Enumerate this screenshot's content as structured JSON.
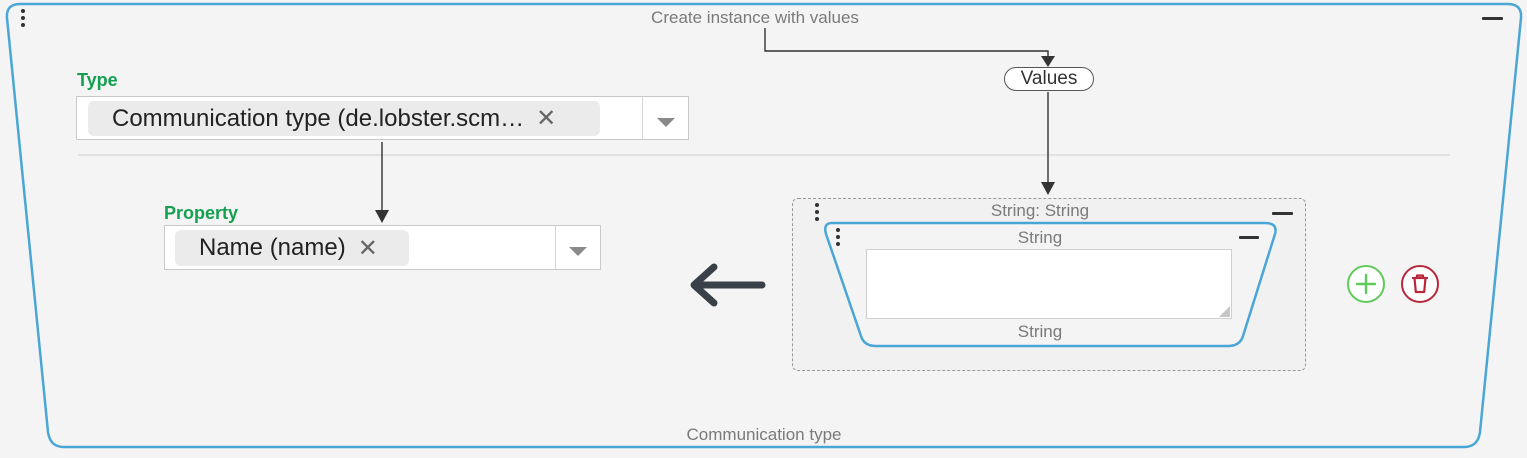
{
  "outer": {
    "title": "Create instance with values",
    "footer": "Communication type"
  },
  "type_field": {
    "label": "Type",
    "selected": "Communication type (de.lobster.scm…",
    "clear": "✕"
  },
  "values_tag": "Values",
  "property_field": {
    "label": "Property",
    "selected": "Name (name)",
    "clear": "✕"
  },
  "string_list": {
    "title": "String: String",
    "item": {
      "title": "String",
      "footer": "String",
      "value": ""
    }
  },
  "colors": {
    "frame": "#4aa6d6",
    "label_green": "#14a050",
    "add": "#5fcc5a",
    "delete": "#b8283a",
    "arrow": "#3a4048"
  },
  "icons": [
    "menu-dots-icon",
    "minimize-icon",
    "caret-down-icon",
    "clear-icon",
    "arrow-left-icon",
    "plus-icon",
    "trash-icon"
  ]
}
